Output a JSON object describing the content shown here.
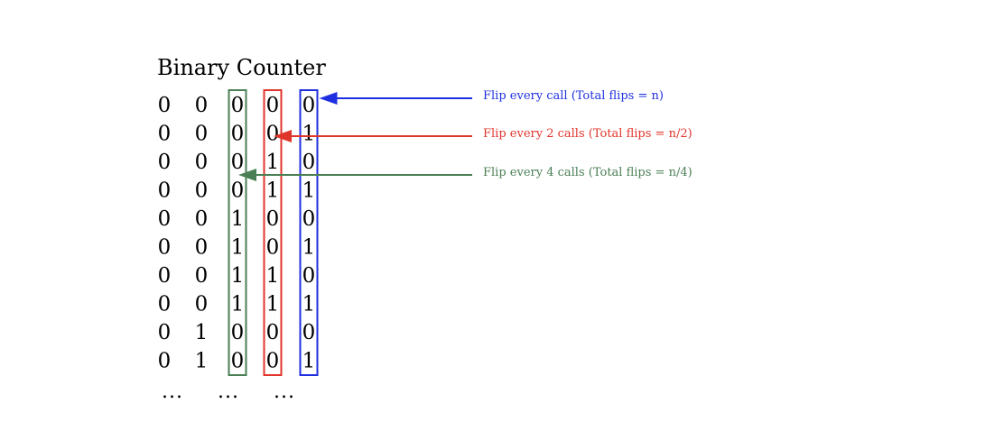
{
  "title": "Binary Counter",
  "rows": [
    [
      "0",
      "0",
      "0",
      "0",
      "0"
    ],
    [
      "0",
      "0",
      "0",
      "0",
      "1"
    ],
    [
      "0",
      "0",
      "0",
      "1",
      "0"
    ],
    [
      "0",
      "0",
      "0",
      "1",
      "1"
    ],
    [
      "0",
      "0",
      "1",
      "0",
      "0"
    ],
    [
      "0",
      "0",
      "1",
      "0",
      "1"
    ],
    [
      "0",
      "0",
      "1",
      "1",
      "0"
    ],
    [
      "0",
      "0",
      "1",
      "1",
      "1"
    ],
    [
      "0",
      "1",
      "0",
      "0",
      "0"
    ],
    [
      "0",
      "1",
      "0",
      "0",
      "1"
    ]
  ],
  "ellipsis": "...",
  "ellipsis_count": 3,
  "highlights": [
    {
      "column": 4,
      "color": "#1f2fe0",
      "label": "Flip every call (Total flips = n)",
      "arrow_row": 0
    },
    {
      "column": 3,
      "color": "#e0352b",
      "label": "Flip every 2 calls (Total flips = n/2)",
      "arrow_row": 1
    },
    {
      "column": 2,
      "color": "#4a7f55",
      "label": "Flip every 4 calls (Total flips = n/4)",
      "arrow_row": 2
    }
  ]
}
